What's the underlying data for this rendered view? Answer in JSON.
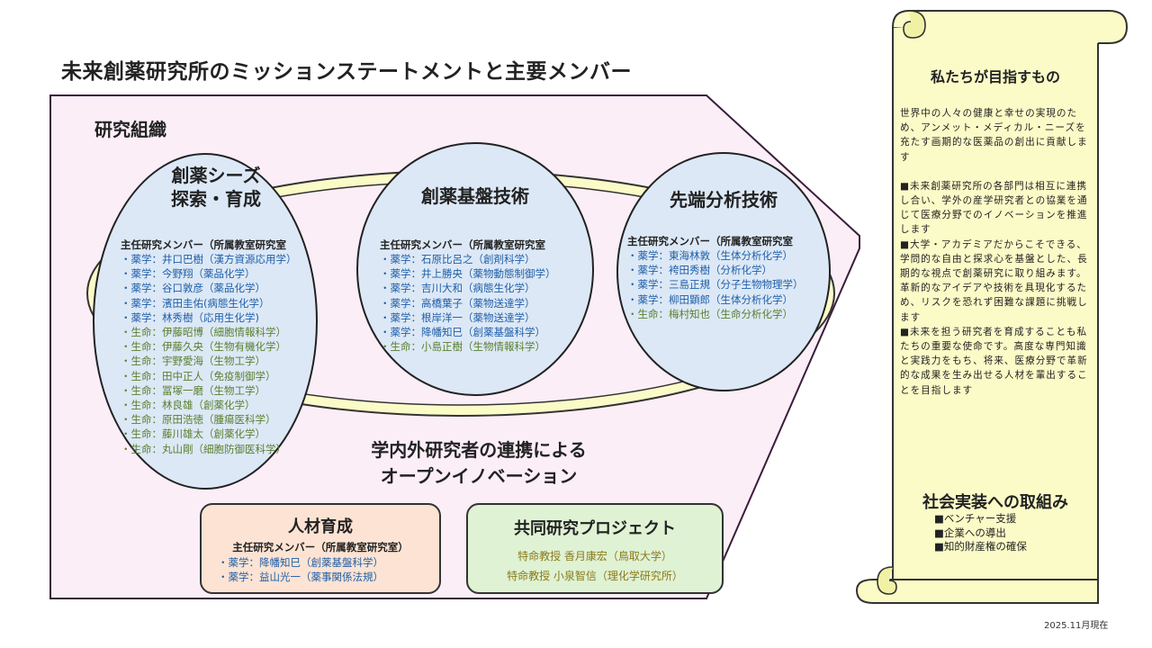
{
  "title": "未来創薬研究所のミッションステートメントと主要メンバー",
  "org_label": "研究組織",
  "colors": {
    "panel_fill": "#fbeef7",
    "ellipse_fill": "#dce8f6",
    "ring_fill": "#fbfbc8",
    "scroll_fill": "#fbfbc8",
    "hr_box_fill": "#fde3d3",
    "joint_box_fill": "#dff2d4"
  },
  "clusters": [
    {
      "title_line1": "創薬シーズ",
      "title_line2": "探索・育成",
      "members_header": "主任研究メンバー（所属教室研究室",
      "members": [
        "・薬学：井口巴樹（漢方資源応用学）",
        "・薬学：今野翔（薬品化学）",
        "・薬学：谷口敦彦（薬品化学）",
        "・薬学：濱田圭佑(病態生化学）",
        "・薬学：林秀樹（応用生化学)",
        "・生命：伊藤昭博（細胞情報科学）",
        "・生命：伊藤久央（生物有機化学）",
        "・生命：宇野愛海（生物工学）",
        "・生命：田中正人（免疫制御学）",
        "・生命：冨塚一磨（生物工学）",
        "・生命：林良雄（創薬化学）",
        "・生命：原田浩徳（腫瘍医科学）",
        "・生命：藤川雄太（創薬化学）",
        "・生命：丸山剛（細胞防御医科学）"
      ]
    },
    {
      "title": "創薬基盤技術",
      "members_header": "主任研究メンバー（所属教室研究室",
      "members": [
        "・薬学：石原比呂之（創剤科学）",
        "・薬学：井上勝央（薬物動態制御学）",
        "・薬学：吉川大和（病態生化学）",
        "・薬学：高橋葉子（薬物送達学）",
        "・薬学：根岸洋一（薬物送達学）",
        "・薬学：降幡知巳（創薬基盤科学）",
        "・生命：小島正樹（生物情報科学）"
      ]
    },
    {
      "title": "先端分析技術",
      "members_header": "主任研究メンバー（所属教室研究室",
      "members": [
        "・薬学：東海林敦（生体分析化学）",
        "・薬学：袴田秀樹（分析化学）",
        "・薬学：三島正規（分子生物物理学）",
        "・薬学：柳田顕郎（生体分析化学）",
        "・生命：梅村知也（生命分析化学）"
      ]
    }
  ],
  "collaboration_line1": "学内外研究者の連携による",
  "collaboration_line2": "オープンイノベーション",
  "hr_box": {
    "title": "人材育成",
    "members_header": "主任研究メンバー（所属教室研究室）",
    "members": [
      "・薬学：降幡知巳（創薬基盤科学）",
      "・薬学：益山光一（薬事関係法規）"
    ]
  },
  "joint_box": {
    "title": "共同研究プロジェクト",
    "members": [
      "特命教授 香月康宏（鳥取大学）",
      "特命教授 小泉智信（理化学研究所）"
    ]
  },
  "mission": {
    "title": "私たちが目指すもの",
    "paragraphs": [
      "世界中の人々の健康と幸せの実現のため、アンメット・メディカル・ニーズを充たす画期的な医薬品の創出に貢献します",
      "■未来創薬研究所の各部門は相互に連携し合い、学外の産学研究者との協業を通じて医療分野でのイノベーションを推進します",
      "■大学・アカデミアだからこそできる、学問的な自由と探求心を基盤とした、長期的な視点で創薬研究に取り組みます。革新的なアイデアや技術を具現化するため、リスクを恐れず困難な課題に挑戦します",
      "■未来を担う研究者を育成することも私たちの重要な使命です。高度な専門知識と実践力をもち、将来、医療分野で革新的な成果を生み出せる人材を輩出することを目指します"
    ]
  },
  "social": {
    "title": "社会実装への取組み",
    "items": [
      "■ベンチャー支援",
      "■企業への導出",
      "■知的財産権の確保"
    ]
  },
  "date_note": "2025.11月現在"
}
